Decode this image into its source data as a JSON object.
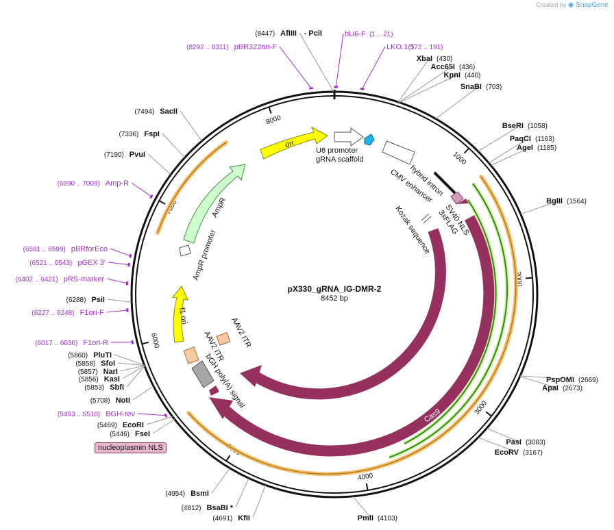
{
  "brand": {
    "created_by": "Created by",
    "name": "SnapGene"
  },
  "plasmid": {
    "name": "pX330_gRNA_IG-DMR-2",
    "size_label": "8452 bp",
    "length": 8452
  },
  "ticks": [
    "1000",
    "2000",
    "3000",
    "4000",
    "5000",
    "6000",
    "7000",
    "8000"
  ],
  "enzymes": [
    {
      "name": "AfIIII",
      "pos": "(8447)",
      "bp": 8447
    },
    {
      "name": "PciI",
      "pos": "",
      "bp": 8447
    },
    {
      "name": "XbaI",
      "pos": "(430)",
      "bp": 430
    },
    {
      "name": "Acc65I",
      "pos": "(436)",
      "bp": 436
    },
    {
      "name": "KpnI",
      "pos": "(440)",
      "bp": 440
    },
    {
      "name": "SnaBI",
      "pos": "(703)",
      "bp": 703
    },
    {
      "name": "BseRI",
      "pos": "(1058)",
      "bp": 1058
    },
    {
      "name": "PaqCI",
      "pos": "(1163)",
      "bp": 1163
    },
    {
      "name": "AgeI",
      "pos": "(1185)",
      "bp": 1185
    },
    {
      "name": "BglII",
      "pos": "(1564)",
      "bp": 1564
    },
    {
      "name": "PspOMI",
      "pos": "(2669)",
      "bp": 2669
    },
    {
      "name": "ApaI",
      "pos": "(2673)",
      "bp": 2673
    },
    {
      "name": "PasI",
      "pos": "(3083)",
      "bp": 3083
    },
    {
      "name": "EcoRV",
      "pos": "(3167)",
      "bp": 3167
    },
    {
      "name": "PmlI",
      "pos": "(4103)",
      "bp": 4103
    },
    {
      "name": "KfII",
      "pos": "(4691)",
      "bp": 4691
    },
    {
      "name": "BsaBI *",
      "pos": "(4812)",
      "bp": 4812
    },
    {
      "name": "BsmI",
      "pos": "(4954)",
      "bp": 4954
    },
    {
      "name": "FseI",
      "pos": "(5446)",
      "bp": 5446
    },
    {
      "name": "EcoRI",
      "pos": "(5469)",
      "bp": 5469
    },
    {
      "name": "NotI",
      "pos": "(5708)",
      "bp": 5708
    },
    {
      "name": "SbfI",
      "pos": "(5853)",
      "bp": 5853
    },
    {
      "name": "KasI",
      "pos": "(5856)",
      "bp": 5856
    },
    {
      "name": "NarI",
      "pos": "(5857)",
      "bp": 5857
    },
    {
      "name": "SfoI",
      "pos": "(5858)",
      "bp": 5858
    },
    {
      "name": "PluTI",
      "pos": "(5860)",
      "bp": 5860
    },
    {
      "name": "PsiI",
      "pos": "(6288)",
      "bp": 6288
    },
    {
      "name": "PvuI",
      "pos": "(7190)",
      "bp": 7190
    },
    {
      "name": "FspI",
      "pos": "(7336)",
      "bp": 7336
    },
    {
      "name": "SacII",
      "pos": "(7494)",
      "bp": 7494
    }
  ],
  "primers": [
    {
      "name": "hU6-F",
      "range": "(1 .. 21)",
      "bp": 10
    },
    {
      "name": "LKO.1 5'",
      "range": "(172 .. 191)",
      "bp": 181
    },
    {
      "name": "pBR322ori-F",
      "range": "(8292 .. 8311)",
      "bp": 8301
    },
    {
      "name": "Amp-R",
      "range": "(6990 .. 7009)",
      "bp": 7000
    },
    {
      "name": "pBRforEco",
      "range": "(6581 .. 6599)",
      "bp": 6590
    },
    {
      "name": "pGEX 3'",
      "range": "(6521 .. 6543)",
      "bp": 6532
    },
    {
      "name": "pRS-marker",
      "range": "(6402 .. 6421)",
      "bp": 6411
    },
    {
      "name": "F1ori-F",
      "range": "(6227 .. 6248)",
      "bp": 6237
    },
    {
      "name": "F1ori-R",
      "range": "(6017 .. 6036)",
      "bp": 6026
    },
    {
      "name": "BGH-rev",
      "range": "(5493 .. 5510)",
      "bp": 5501
    }
  ],
  "features": {
    "ori": "ori",
    "u6_promoter": "U6 promoter",
    "grna_scaffold": "gRNA scaffold",
    "cmv_enhancer": "CMV enhancer",
    "hybrid_intron": "hybrid intron",
    "sv40_nls": "SV40 NLS",
    "flag": "3xFLAG",
    "kozak": "Kozak sequence",
    "cas9_inner": "Cas9",
    "cas9_outer": "Cas9",
    "ampr": "AmpR",
    "ampr_promoter": "AmpR promoter",
    "f1_ori": "f1 ori",
    "aav2_itr_1": "AAV2 ITR",
    "aav2_itr_2": "AAV2 ITR",
    "bgh_polya": "bGH poly(A) signal",
    "nucleoplasmin_nls": "nucleoplasmin NLS"
  },
  "colors": {
    "backbone": "#111111",
    "cas9": "#96305f",
    "ori": "#ffff00",
    "ampr": "#ccffcc",
    "highlight": "#f5c070",
    "primer": "#a12fd0",
    "green_line": "#2e8b10",
    "sv40": "#d39cbf",
    "itr": "#f7c9a0",
    "bgh": "#a6a6a6"
  }
}
